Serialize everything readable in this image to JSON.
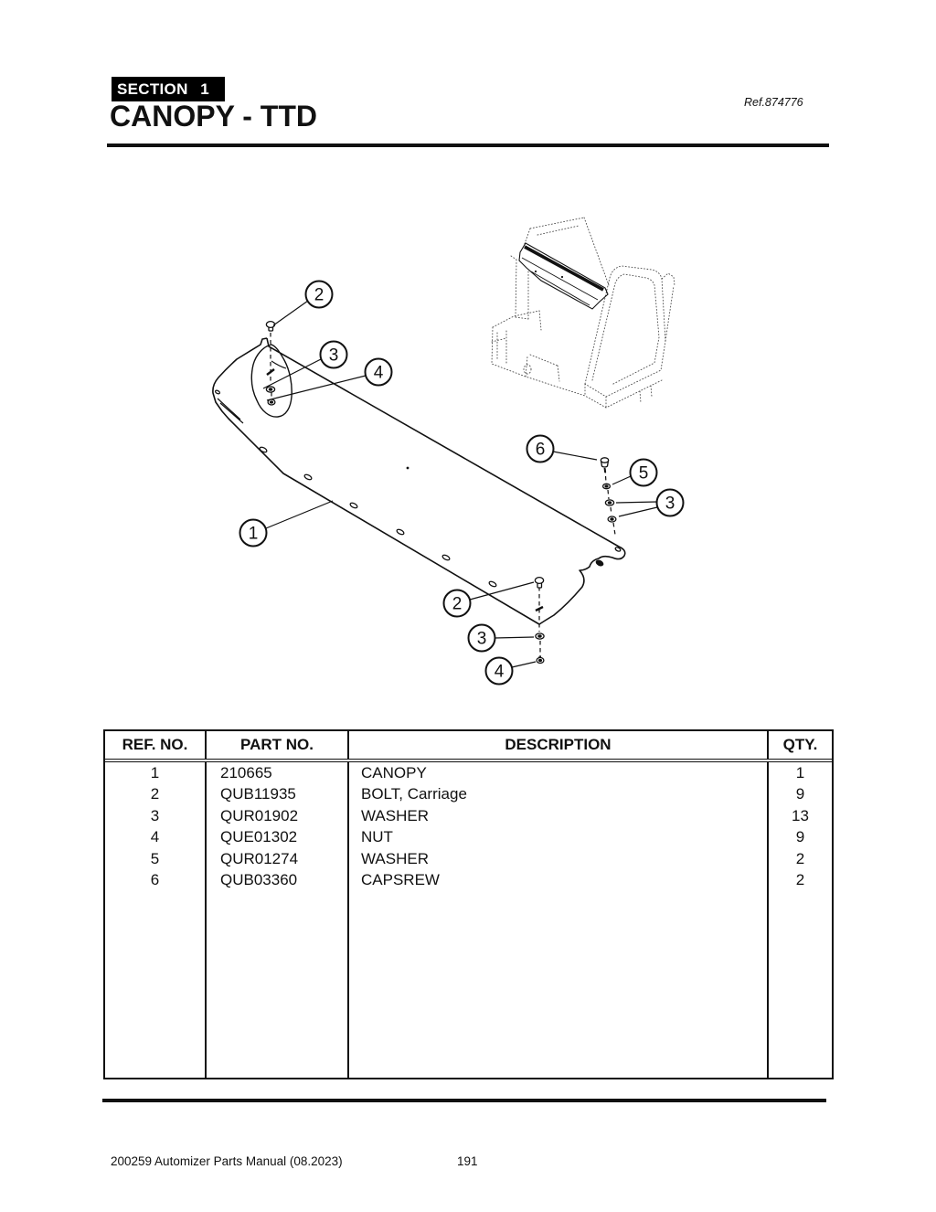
{
  "header": {
    "section_label": "SECTION",
    "section_number": "1",
    "title": "CANOPY - TTD",
    "ref": "Ref.874776"
  },
  "diagram": {
    "callouts": [
      {
        "id": "callout-2-top",
        "number": "2"
      },
      {
        "id": "callout-3-top",
        "number": "3"
      },
      {
        "id": "callout-4-top",
        "number": "4"
      },
      {
        "id": "callout-1",
        "number": "1"
      },
      {
        "id": "callout-6",
        "number": "6"
      },
      {
        "id": "callout-5",
        "number": "5"
      },
      {
        "id": "callout-3-right",
        "number": "3"
      },
      {
        "id": "callout-2-bottom",
        "number": "2"
      },
      {
        "id": "callout-3-bottom",
        "number": "3"
      },
      {
        "id": "callout-4-bottom",
        "number": "4"
      }
    ]
  },
  "table": {
    "headers": [
      "REF. NO.",
      "PART NO.",
      "DESCRIPTION",
      "QTY."
    ],
    "rows": [
      {
        "ref": "1",
        "part": "210665",
        "desc": "CANOPY",
        "qty": "1"
      },
      {
        "ref": "2",
        "part": "QUB11935",
        "desc": "BOLT, Carriage",
        "qty": "9"
      },
      {
        "ref": "3",
        "part": "QUR01902",
        "desc": "WASHER",
        "qty": "13"
      },
      {
        "ref": "4",
        "part": "QUE01302",
        "desc": "NUT",
        "qty": "9"
      },
      {
        "ref": "5",
        "part": "QUR01274",
        "desc": "WASHER",
        "qty": "2"
      },
      {
        "ref": "6",
        "part": "QUB03360",
        "desc": "CAPSREW",
        "qty": "2"
      }
    ]
  },
  "footer": {
    "manual": "200259 Automizer Parts Manual (08.2023)",
    "page": "191"
  },
  "colors": {
    "ink": "#111111",
    "paper": "#ffffff"
  }
}
